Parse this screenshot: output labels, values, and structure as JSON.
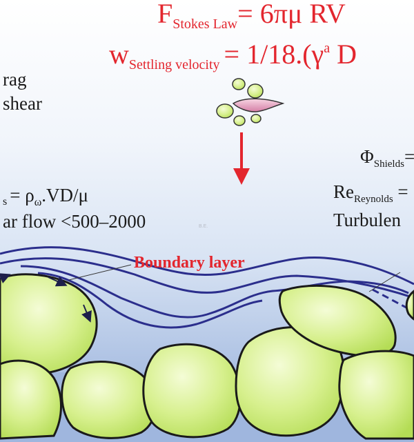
{
  "formulas": {
    "stokes": {
      "symbol": "F",
      "subscript": "Stokes Law",
      "rhs": "= 6πμ RV"
    },
    "settling": {
      "symbol": "w",
      "subscript": "Settling velocity",
      "rhs": "= 1/18.(γ",
      "sup": "a",
      "tail": " D"
    }
  },
  "left_text": {
    "drag": "rag",
    "shear": "shear",
    "reynolds_prefix": "s",
    "reynolds_rhs": "= ρ",
    "reynolds_rhs_sub": "ω",
    "reynolds_rhs_tail": ".VD/μ",
    "flow": "ar flow <500–2000"
  },
  "right_text": {
    "shields_symbol": "Φ",
    "shields_sub": "Shields",
    "shields_tail": "=",
    "reynolds_symbol": "Re",
    "reynolds_sub": "Reynolds",
    "reynolds_tail": " =",
    "turbulent": "Turbulen"
  },
  "boundary_label": "Boundary layer",
  "watermark": "B.E.",
  "colors": {
    "formula_red": "#e3262e",
    "flow_blue": "#2b2e8c",
    "grain_fill": "#d5f08a",
    "bg_top": "#ffffff",
    "bg_bottom": "#8faad8"
  }
}
